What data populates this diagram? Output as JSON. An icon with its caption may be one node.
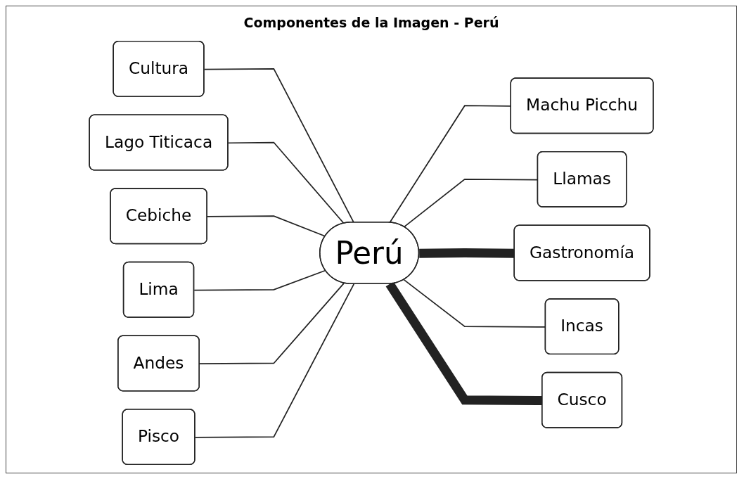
{
  "diagram": {
    "title": "Componentes de la Imagen - Perú",
    "nodes": [
      {
        "text": [
          "Cultura"
        ]
      },
      {
        "text": [
          "Lago Titicaca"
        ]
      },
      {
        "text": [
          "Machu Picchu"
        ]
      },
      {
        "text": [
          "Cebiche"
        ]
      },
      {
        "text": [
          "Llamas"
        ]
      },
      {
        "text": [
          "Perú"
        ]
      },
      {
        "text": [
          "Gastronomía"
        ]
      },
      {
        "text": [
          "Lima"
        ]
      },
      {
        "text": [
          "Incas"
        ]
      },
      {
        "text": [
          "Cusco"
        ]
      },
      {
        "text": [
          "Andes"
        ]
      },
      {
        "text": [
          "Pisco"
        ]
      }
    ],
    "edges": [
      {
        "from": 0,
        "to": 5,
        "arrow": "none"
      },
      {
        "from": 1,
        "to": 5,
        "arrow": "none"
      },
      {
        "from": 5,
        "to": 2,
        "arrow": "none"
      },
      {
        "from": 3,
        "to": 5,
        "arrow": "none"
      },
      {
        "from": 5,
        "to": 4,
        "arrow": "none"
      },
      {
        "from": 5,
        "to": 6,
        "arrow": "none",
        "style": "thick"
      },
      {
        "from": 7,
        "to": 5,
        "arrow": "none"
      },
      {
        "from": 5,
        "to": 8,
        "arrow": "none"
      },
      {
        "from": 5,
        "to": 9,
        "arrow": "none",
        "style": "thick"
      },
      {
        "from": 10,
        "to": 5,
        "arrow": "none"
      },
      {
        "from": 11,
        "to": 5,
        "arrow": "none"
      }
    ]
  }
}
